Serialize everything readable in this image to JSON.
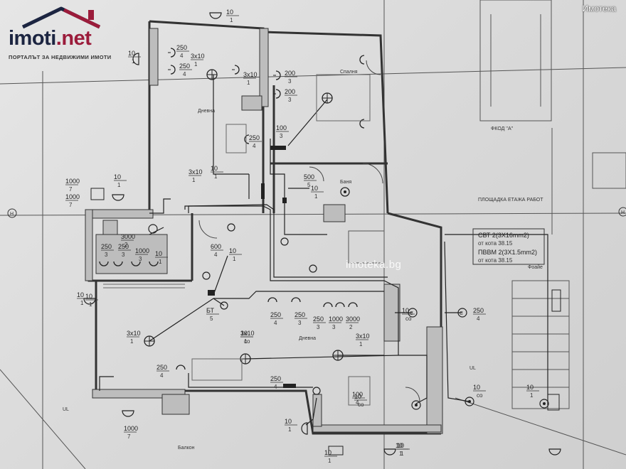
{
  "branding": {
    "logo_main": "imoti",
    "logo_suffix": ".net",
    "tagline": "ПОРТАЛЪТ ЗА НЕДВИЖИМИ ИМОТИ",
    "watermark_top": "Имотека",
    "watermark_mid": "imoteka.bg",
    "logo_color": "#1c2541",
    "accent_color": "#9b1c3b"
  },
  "legend_box": {
    "line1": "СВТ 2(3Х16mm2)",
    "line2": "от кота 38.15",
    "line3": "ПВВМ 2(3Х1.5mm2)",
    "line4": "от кота 38.15"
  },
  "rooms": {
    "r1": "Дневна",
    "r2": "Спалня",
    "r3": "Баня",
    "r4": "Дневна",
    "r5": "Балкон",
    "r6": "Фоайе",
    "r7": "ФКОД ''А''",
    "r8": "ПЛОЩАДКА ЕТАЖА РАБОТ"
  },
  "fixture_labels": [
    {
      "top": "10",
      "bot": "1"
    },
    {
      "top": "3x10",
      "bot": "1"
    },
    {
      "top": "250",
      "bot": "4"
    },
    {
      "top": "250",
      "bot": "4"
    },
    {
      "top": "10",
      "bot": "1"
    },
    {
      "top": "200",
      "bot": "3"
    },
    {
      "top": "200",
      "bot": "3"
    },
    {
      "top": "3x10",
      "bot": "1"
    },
    {
      "top": "10",
      "bot": "1"
    },
    {
      "top": "100",
      "bot": "3"
    },
    {
      "top": "3x10",
      "bot": "1"
    },
    {
      "top": "250",
      "bot": "4"
    },
    {
      "top": "1000",
      "bot": "7"
    },
    {
      "top": "1000",
      "bot": "7"
    },
    {
      "top": "10",
      "bot": "1"
    },
    {
      "top": "500",
      "bot": "5"
    },
    {
      "top": "10",
      "bot": "1"
    },
    {
      "top": "3000",
      "bot": "2"
    },
    {
      "top": "250",
      "bot": "3"
    },
    {
      "top": "250",
      "bot": "3"
    },
    {
      "top": "1000",
      "bot": "3"
    },
    {
      "top": "10",
      "bot": "1"
    },
    {
      "top": "600",
      "bot": "4"
    },
    {
      "top": "10",
      "bot": "1"
    },
    {
      "top": "БТ",
      "bot": "5"
    },
    {
      "top": "3x10",
      "bot": "1"
    },
    {
      "top": "3x10",
      "bot": "1"
    },
    {
      "top": "250",
      "bot": "4"
    },
    {
      "top": "250",
      "bot": "4"
    },
    {
      "top": "250",
      "bot": "3"
    },
    {
      "top": "250",
      "bot": "3"
    },
    {
      "top": "1000",
      "bot": "3"
    },
    {
      "top": "3000",
      "bot": "2"
    },
    {
      "top": "3x10",
      "bot": "1"
    },
    {
      "top": "10",
      "bot": "co"
    },
    {
      "top": "10",
      "bot": "co"
    },
    {
      "top": "250",
      "bot": "4"
    },
    {
      "top": "100",
      "bot": "4"
    },
    {
      "top": "250",
      "bot": "4"
    },
    {
      "top": "10",
      "bot": "co"
    },
    {
      "top": "10",
      "bot": "co"
    },
    {
      "top": "10",
      "bot": "1"
    },
    {
      "top": "10",
      "bot": "1"
    },
    {
      "top": "10",
      "bot": "1"
    },
    {
      "top": "1000",
      "bot": "7"
    },
    {
      "top": "10",
      "bot": "1"
    },
    {
      "top": "10",
      "bot": "1"
    },
    {
      "top": "10",
      "bot": "1"
    },
    {
      "top": "10",
      "bot": "1"
    }
  ],
  "axis_marks": {
    "left": "Н",
    "right": "Н",
    "u1": "UL",
    "u2": "UL"
  }
}
